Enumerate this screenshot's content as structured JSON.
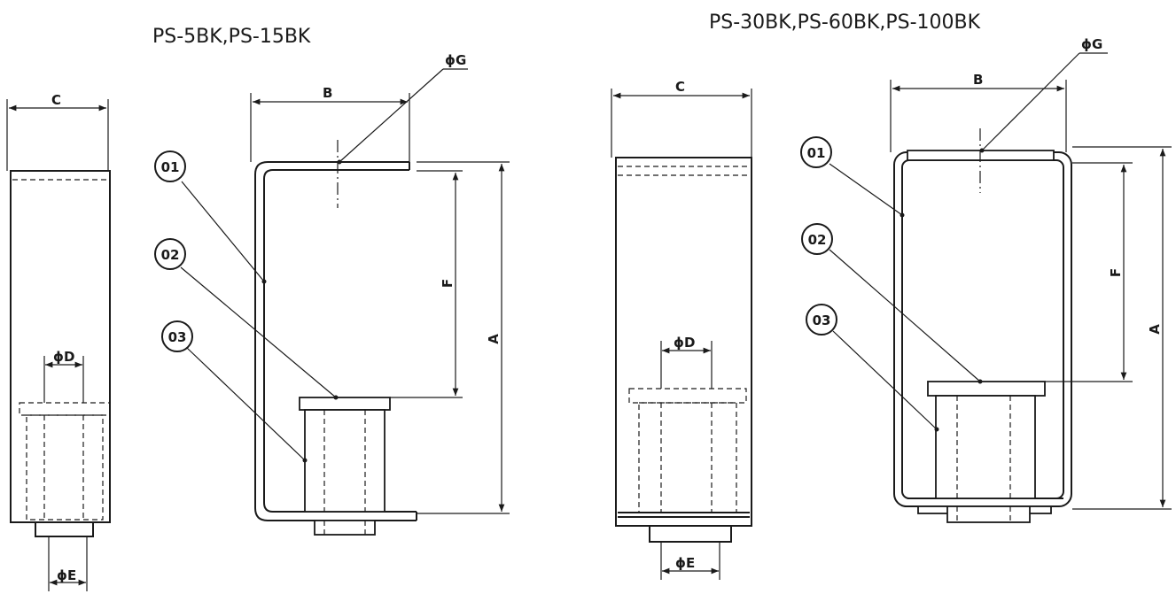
{
  "titles": {
    "left": "PS-5BK,PS-15BK",
    "right": "PS-30BK,PS-60BK,PS-100BK"
  },
  "dimensions": {
    "A": "A",
    "B": "B",
    "C": "C",
    "D": "ϕD",
    "E": "ϕE",
    "F": "F",
    "G": "ϕG"
  },
  "balloons": [
    "01",
    "02",
    "03"
  ]
}
